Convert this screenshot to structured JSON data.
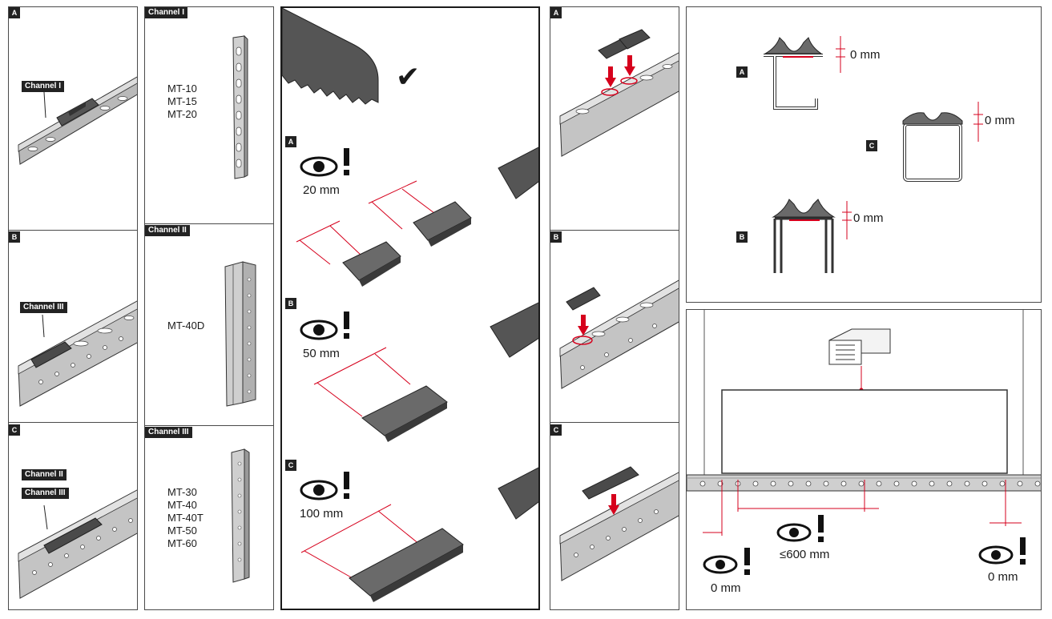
{
  "panel1": {
    "a_badge": "A",
    "b_badge": "B",
    "c_badge": "C",
    "a_channel_label": "Channel I",
    "b_channel_label": "Channel III",
    "c_channel_label_1": "Channel II",
    "c_channel_label_2": "Channel III"
  },
  "panel2": {
    "sections": [
      {
        "title": "Channel I",
        "models": [
          "MT-10",
          "MT-15",
          "MT-20"
        ]
      },
      {
        "title": "Channel II",
        "models": [
          "MT-40D"
        ]
      },
      {
        "title": "Channel III",
        "models": [
          "MT-30",
          "MT-40",
          "MT-40T",
          "MT-50",
          "MT-60"
        ]
      }
    ]
  },
  "panel3": {
    "check_mark": "✔",
    "a_badge": "A",
    "a_distance": "20 mm",
    "b_badge": "B",
    "b_distance": "50 mm",
    "c_badge": "C",
    "c_distance": "100 mm",
    "attention_icon": "eye-attention-icon"
  },
  "panel4": {
    "a_badge": "A",
    "b_badge": "B",
    "c_badge": "C"
  },
  "panel5": {
    "a_badge": "A",
    "a_gap": "0 mm",
    "c_badge": "C",
    "c_gap": "0 mm",
    "b_badge": "B",
    "b_gap": "0 mm"
  },
  "panel6": {
    "left_gap": "0 mm",
    "spacing": "≤600 mm",
    "right_gap": "0 mm"
  },
  "colors": {
    "accent_red": "#d6001c",
    "profile_grey": "#8a8a8a",
    "dark_grey": "#3c3c3c"
  }
}
